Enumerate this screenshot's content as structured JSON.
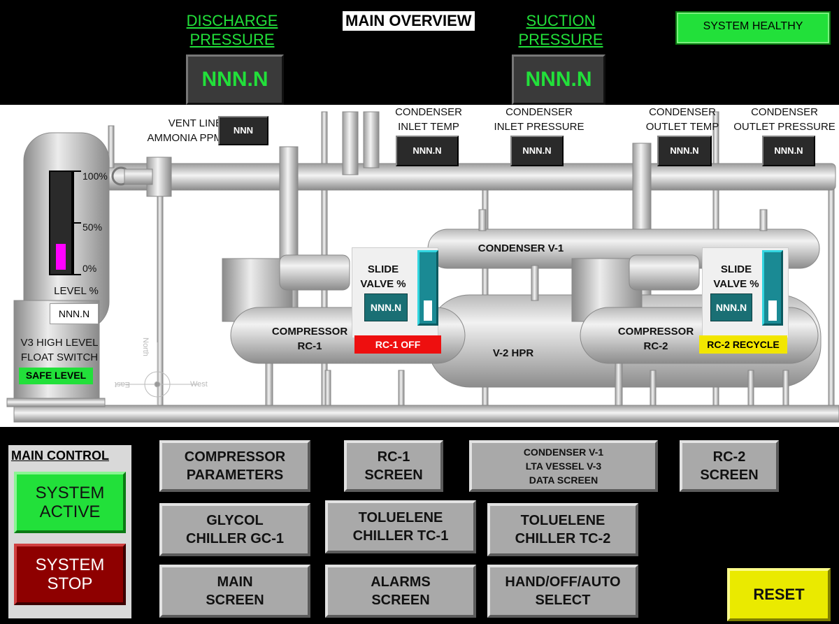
{
  "header": {
    "title": "MAIN OVERVIEW",
    "discharge": {
      "label_line1": "DISCHARGE",
      "label_line2": "PRESSURE",
      "value": "NNN.N"
    },
    "suction": {
      "label_line1": "SUCTION",
      "label_line2": "PRESSURE",
      "value": "NNN.N"
    },
    "status": "SYSTEM HEALTHY"
  },
  "plant": {
    "vent_line": {
      "label_line1": "VENT LINE",
      "label_line2": "AMMONIA PPM",
      "value": "NNN"
    },
    "cond_inlet_temp": {
      "label_line1": "CONDENSER",
      "label_line2": "INLET TEMP",
      "value": "NNN.N"
    },
    "cond_inlet_pressure": {
      "label_line1": "CONDENSER",
      "label_line2": "INLET PRESSURE",
      "value": "NNN.N"
    },
    "cond_outlet_temp": {
      "label_line1": "CONDENSER",
      "label_line2": "OUTLET TEMP",
      "value": "NNN.N"
    },
    "cond_outlet_pressure": {
      "label_line1": "CONDENSER",
      "label_line2": "OUTLET PRESSURE",
      "value": "NNN.N"
    },
    "level": {
      "ticks": [
        "100%",
        "50%",
        "0%"
      ],
      "label": "LEVEL %",
      "value": "NNN.N",
      "fill_fraction": 0.27,
      "fill_color": "#ff00ff"
    },
    "float_switch": {
      "label_line1": "V3 HIGH LEVEL",
      "label_line2": "FLOAT SWITCH",
      "status": "SAFE LEVEL"
    },
    "condenser_label": "CONDENSER V-1",
    "v2_label": "V-2 HPR",
    "compass": {
      "north": "North",
      "east": "East",
      "west": "West"
    },
    "rc1": {
      "label_line1": "COMPRESSOR",
      "label_line2": "RC-1",
      "slide_label_line1": "SLIDE",
      "slide_label_line2": "VALVE %",
      "slide_value": "NNN.N",
      "slide_fraction": 0.3,
      "status": "RC-1 OFF",
      "status_color": "#ee0f0f"
    },
    "rc2": {
      "label_line1": "COMPRESSOR",
      "label_line2": "RC-2",
      "slide_label_line1": "SLIDE",
      "slide_label_line2": "VALVE %",
      "slide_value": "NNN.N",
      "slide_fraction": 0.3,
      "status": "RC-2 RECYCLE",
      "status_color": "#f2e600"
    }
  },
  "main_control": {
    "title": "MAIN CONTROL",
    "active_line1": "SYSTEM",
    "active_line2": "ACTIVE",
    "stop_line1": "SYSTEM",
    "stop_line2": "STOP"
  },
  "nav": {
    "compressor_params": {
      "line1": "COMPRESSOR",
      "line2": "PARAMETERS"
    },
    "rc1_screen": {
      "line1": "RC-1",
      "line2": "SCREEN"
    },
    "condenser_data": {
      "line1": "CONDENSER V-1",
      "line2": "LTA VESSEL V-3",
      "line3": "DATA SCREEN"
    },
    "rc2_screen": {
      "line1": "RC-2",
      "line2": "SCREEN"
    },
    "glycol": {
      "line1": "GLYCOL",
      "line2": "CHILLER GC-1"
    },
    "toluelene1": {
      "line1": "TOLUELENE",
      "line2": "CHILLER TC-1"
    },
    "toluelene2": {
      "line1": "TOLUELENE",
      "line2": "CHILLER TC-2"
    },
    "main_screen": {
      "line1": "MAIN",
      "line2": "SCREEN"
    },
    "alarms_screen": {
      "line1": "ALARMS",
      "line2": "SCREEN"
    },
    "hoa_select": {
      "line1": "HAND/OFF/AUTO",
      "line2": "SELECT"
    },
    "reset": "RESET"
  },
  "colors": {
    "accent_green": "#22e03a",
    "alarm_red": "#ee0f0f",
    "recycle_yellow": "#f2e600",
    "teal": "#1a6f74",
    "slide_cyan": "#33d6e0"
  }
}
